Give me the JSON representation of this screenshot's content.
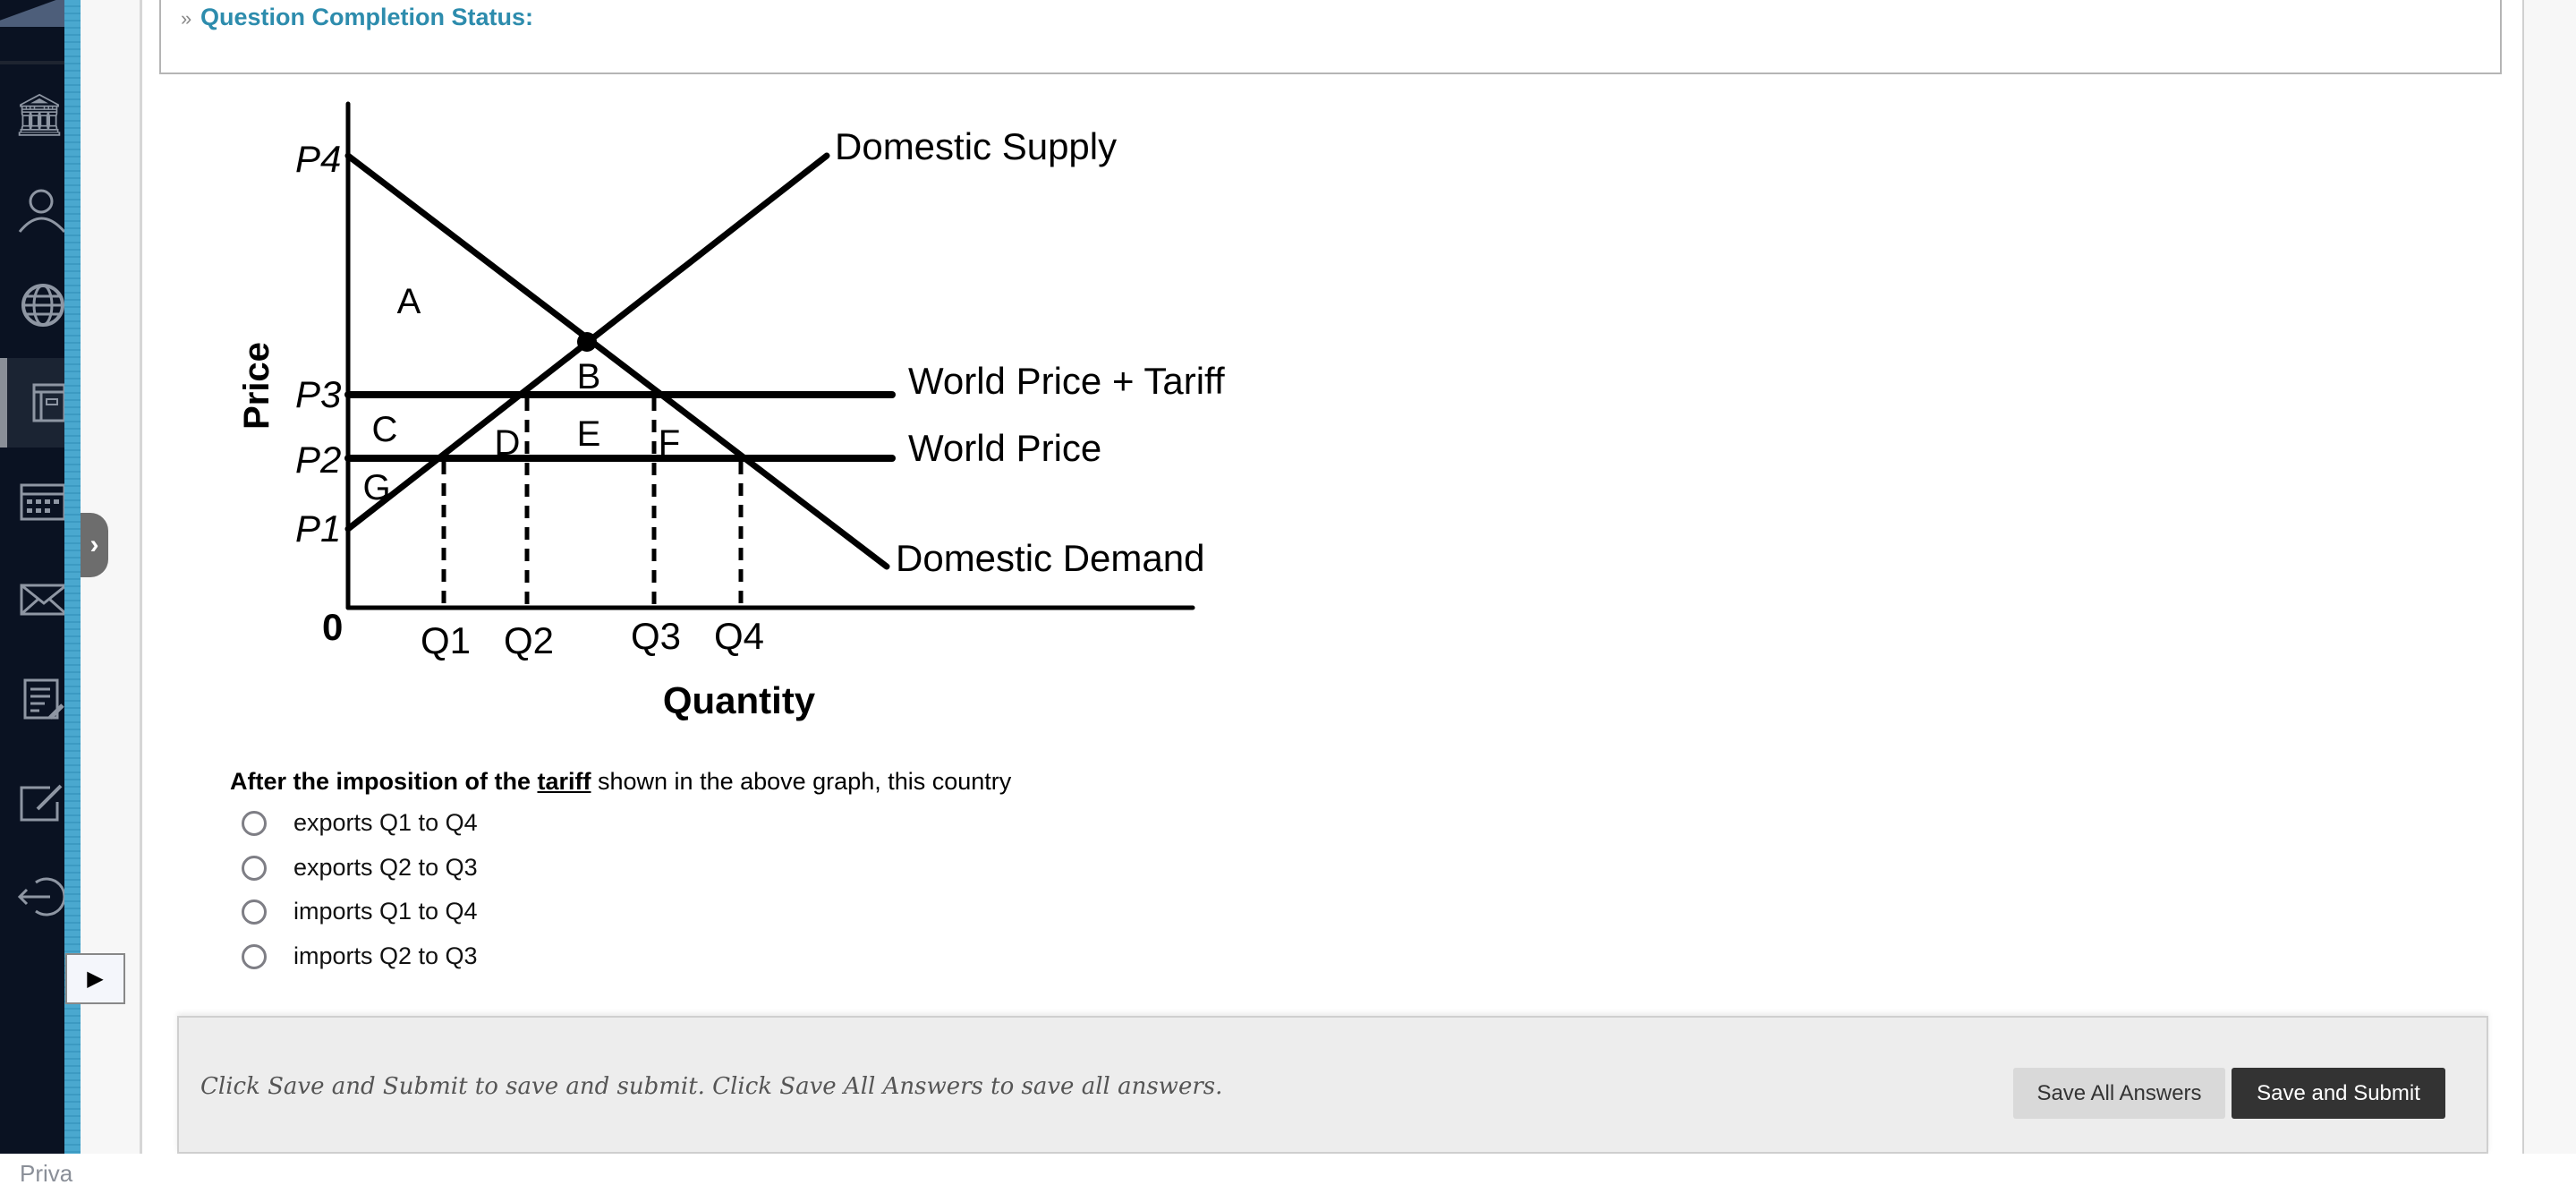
{
  "sidebar": {
    "icons": [
      "institution-icon",
      "profile-icon",
      "globe-icon",
      "courses-icon",
      "calendar-icon",
      "messages-icon",
      "grades-icon",
      "tools-icon",
      "sign-out-icon"
    ],
    "privacy_label": "Priva",
    "expand_glyph": "›",
    "play_glyph": "▶"
  },
  "status": {
    "title": "Question Completion Status:",
    "chevron": "»"
  },
  "graph": {
    "y_axis_label": "Price",
    "x_axis_label": "Quantity",
    "origin_label": "0",
    "price_labels": [
      "P4",
      "P3",
      "P2",
      "P1"
    ],
    "quantity_labels": [
      "Q1",
      "Q2",
      "Q3",
      "Q4"
    ],
    "lines": {
      "supply": "Domestic Supply",
      "tariff": "World Price + Tariff",
      "world": "World Price",
      "demand": "Domestic Demand"
    },
    "areas": [
      "A",
      "B",
      "C",
      "D",
      "E",
      "F",
      "G"
    ]
  },
  "question": {
    "prefix": "After the imposition of the ",
    "keyword": "tariff",
    "suffix": " shown in the above graph, this country",
    "options": [
      "exports Q1 to Q4",
      "exports Q2 to Q3",
      "imports Q1 to Q4",
      "imports Q2 to Q3"
    ]
  },
  "footer": {
    "message": "Click Save and Submit to save and submit. Click Save All Answers to save all answers.",
    "save_all": "Save All Answers",
    "submit": "Save and Submit"
  },
  "colors": {
    "status_title": "#2d8cad",
    "sidebar_bg": "#0a1222",
    "stripe": "#4aa8cf",
    "submit_bg": "#333333"
  }
}
